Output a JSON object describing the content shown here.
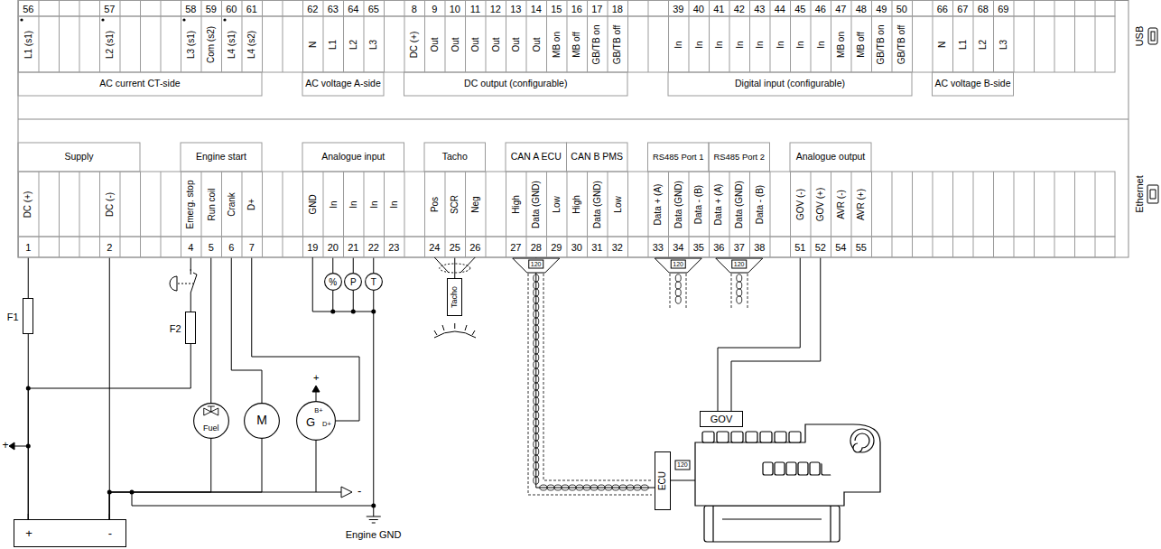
{
  "diagram": {
    "nodes": [
      {
        "text": [
          "AC current CT-side"
        ]
      },
      {
        "text": [
          "AC voltage A-side"
        ]
      },
      {
        "text": [
          "DC output (configurable)"
        ]
      },
      {
        "text": [
          "Digital input (configurable)"
        ]
      },
      {
        "text": [
          "AC voltage B-side"
        ]
      },
      {
        "text": [
          "Supply"
        ]
      },
      {
        "text": [
          "Engine start"
        ]
      },
      {
        "text": [
          "Analogue input"
        ]
      },
      {
        "text": [
          "Tacho"
        ]
      },
      {
        "text": [
          "CAN A ECU"
        ]
      },
      {
        "text": [
          "CAN B PMS"
        ]
      },
      {
        "text": [
          "RS485 Port 1"
        ]
      },
      {
        "text": [
          "RS485 Port 2"
        ]
      },
      {
        "text": [
          "Analogue output"
        ]
      },
      {
        "text": [
          "F1"
        ]
      },
      {
        "text": [
          "F2"
        ]
      },
      {
        "text": [
          "Fuel"
        ]
      },
      {
        "text": [
          "M"
        ]
      },
      {
        "text": [
          "G",
          "B+",
          "D+"
        ]
      },
      {
        "text": [
          "%"
        ]
      },
      {
        "text": [
          "P"
        ]
      },
      {
        "text": [
          "T"
        ]
      },
      {
        "text": [
          "Tacho"
        ]
      },
      {
        "text": [
          "+",
          "-"
        ]
      },
      {
        "text": [
          "GOV"
        ]
      },
      {
        "text": [
          "ECU"
        ]
      }
    ],
    "edges": [
      {
        "from": 5,
        "to": 14,
        "arrow": "none"
      },
      {
        "from": 14,
        "to": 23,
        "arrow": "none"
      },
      {
        "from": 5,
        "to": 23,
        "arrow": "none"
      },
      {
        "from": 6,
        "to": 15,
        "arrow": "none"
      },
      {
        "from": 15,
        "to": 23,
        "arrow": "none"
      },
      {
        "from": 6,
        "to": 16,
        "arrow": "none"
      },
      {
        "from": 6,
        "to": 17,
        "arrow": "none"
      },
      {
        "from": 6,
        "to": 18,
        "arrow": "none"
      },
      {
        "from": 16,
        "to": 23,
        "arrow": "none"
      },
      {
        "from": 17,
        "to": 23,
        "arrow": "none"
      },
      {
        "from": 18,
        "to": 23,
        "arrow": "none"
      },
      {
        "from": 7,
        "to": 19,
        "arrow": "none"
      },
      {
        "from": 7,
        "to": 20,
        "arrow": "none"
      },
      {
        "from": 7,
        "to": 21,
        "arrow": "none"
      },
      {
        "from": 8,
        "to": 22,
        "arrow": "none"
      },
      {
        "from": 9,
        "to": 25,
        "arrow": "none"
      },
      {
        "from": 13,
        "to": 24,
        "arrow": "none"
      },
      {
        "from": 13,
        "to": 24,
        "arrow": "none"
      }
    ],
    "labels": [
      "56",
      "57",
      "58",
      "59",
      "60",
      "61",
      "62",
      "63",
      "64",
      "65",
      "8",
      "9",
      "10",
      "11",
      "12",
      "13",
      "14",
      "15",
      "16",
      "17",
      "18",
      "39",
      "40",
      "41",
      "42",
      "43",
      "44",
      "45",
      "46",
      "47",
      "48",
      "49",
      "50",
      "66",
      "67",
      "68",
      "69",
      "L1 (s1)",
      "L2 (s1)",
      "L3 (s1)",
      "Com (s2)",
      "L4 (s1)",
      "L4 (s2)",
      "N",
      "L1",
      "L2",
      "L3",
      "DC (+)",
      "Out",
      "Out",
      "Out",
      "Out",
      "Out",
      "Out",
      "MB on",
      "MB off",
      "GB/TB on",
      "GB/TB off",
      "In",
      "In",
      "In",
      "In",
      "In",
      "In",
      "In",
      "In",
      "MB on",
      "MB off",
      "GB/TB on",
      "GB/TB off",
      "N",
      "L1",
      "L2",
      "L3",
      "DC (+)",
      "DC (-)",
      "Emerg. stop",
      "Run coil",
      "Crank",
      "D+",
      "GND",
      "In",
      "In",
      "In",
      "In",
      "Pos",
      "SCR",
      "Neg",
      "High",
      "Data (GND)",
      "Low",
      "High",
      "Data (GND)",
      "Low",
      "Data + (A)",
      "Data (GND)",
      "Data - (B)",
      "Data + (A)",
      "Data (GND)",
      "Data - (B)",
      "GOV (-)",
      "GOV (+)",
      "AVR (-)",
      "AVR (+)",
      "1",
      "2",
      "4",
      "5",
      "6",
      "7",
      "19",
      "20",
      "21",
      "22",
      "23",
      "24",
      "25",
      "26",
      "27",
      "28",
      "29",
      "30",
      "31",
      "32",
      "33",
      "34",
      "35",
      "36",
      "37",
      "38",
      "51",
      "52",
      "54",
      "55",
      "120",
      "120",
      "120",
      "120",
      "+",
      "+",
      "-",
      "Engine GND",
      "USB",
      "Ethernet"
    ]
  }
}
